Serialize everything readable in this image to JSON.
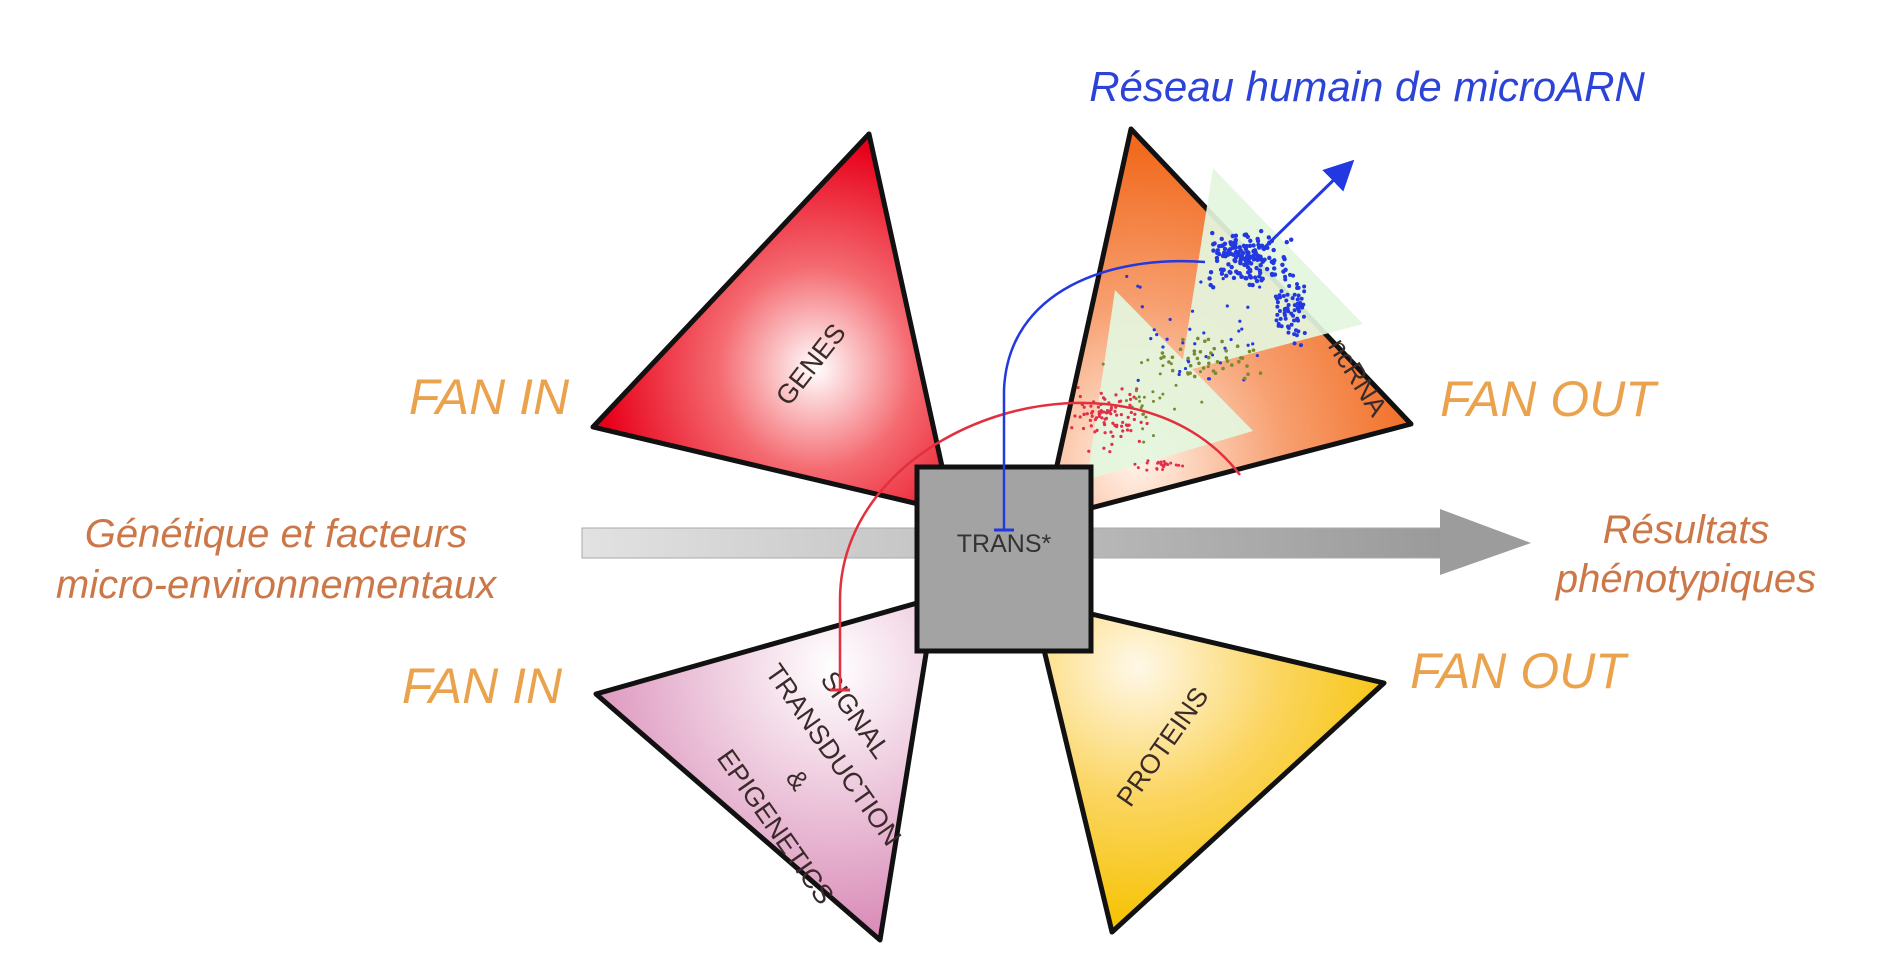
{
  "title": "Réseau humain de microARN",
  "left_label": [
    "Génétique et facteurs",
    "micro-environnementaux"
  ],
  "right_label": [
    "Résultats",
    "phénotypiques"
  ],
  "fan_in_top": "FAN IN",
  "fan_in_bottom": "FAN IN",
  "fan_out_top": "FAN OUT",
  "fan_out_bottom": "FAN OUT",
  "center": "TRANS*",
  "triangles": {
    "genes": "GENES",
    "ncrna": "ncRNA",
    "proteins": "PROTEINS",
    "signal": [
      "SIGNAL",
      "TRANSDUCTION",
      "&",
      "EPIGENETICS"
    ]
  },
  "colors": {
    "fan": "#eaa24c",
    "side": "#cc7748",
    "title": "#2b43d6",
    "network_blue": "#2238e0",
    "network_red": "#e0304a",
    "network_green": "#7a8a30"
  }
}
